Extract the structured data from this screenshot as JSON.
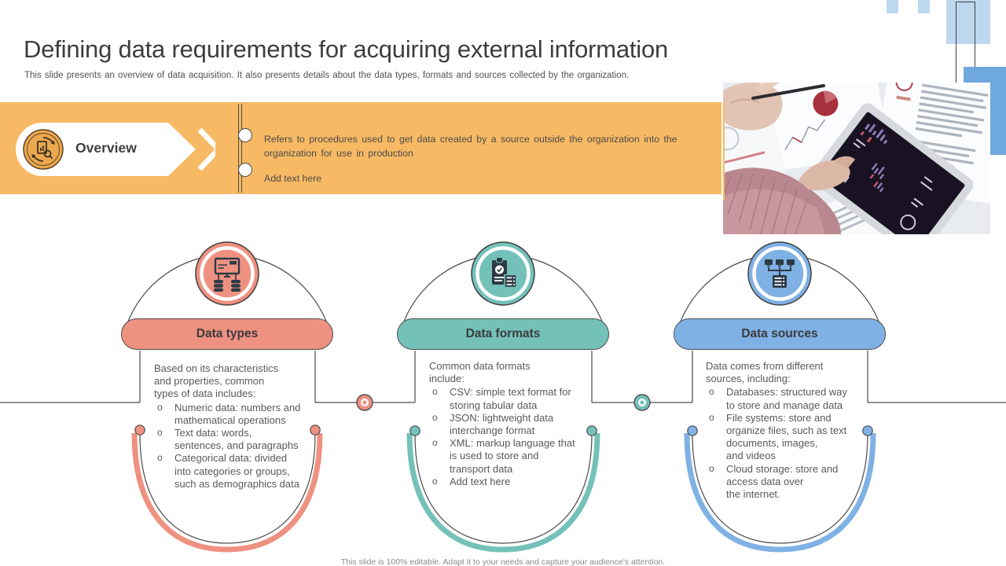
{
  "slide": {
    "title": "Defining data requirements for acquiring external information",
    "subtitle": "This slide presents an overview of data acquisition. It also presents details about the data types, formats and sources collected by the organization.",
    "footer": "This slide is 100% editable. Adapt it to your needs and capture your audience's attention."
  },
  "ui": {
    "bullet_marker": "o"
  },
  "overview": {
    "label": "Overview",
    "icon": "document-search-refresh-icon",
    "points": [
      "Refers to procedures used to get data created by a source outside the organization into the\norganization for use in production",
      "Add text here"
    ]
  },
  "sections": [
    {
      "title": "Data types",
      "color": "#EE9181",
      "icon": "monitor-databases-icon",
      "lead": "Based on its characteristics\nand properties, common\ntypes of data includes:",
      "bullets": [
        "Numeric data: numbers and\nmathematical operations",
        "Text data: words,\nsentences, and paragraphs",
        "Categorical data: divided\ninto categories or groups,\nsuch as demographics data"
      ]
    },
    {
      "title": "Data formats",
      "color": "#74C1B9",
      "icon": "clipboard-server-icon",
      "lead": "Common data formats\ninclude:",
      "bullets": [
        "CSV: simple text format for\nstoring tabular data",
        "JSON: lightweight data\ninterchange format",
        "XML: markup language that\nis used to store and\ntransport data",
        "Add text here"
      ]
    },
    {
      "title": "Data sources",
      "color": "#7FB1E4",
      "icon": "network-server-icon",
      "lead": "Data comes from different\nsources, including:",
      "bullets": [
        "Databases: structured way\nto store and manage data",
        "File systems: store and\norganize files, such as text\ndocuments, images,\nand videos",
        "Cloud storage: store and\naccess data over\nthe internet."
      ]
    }
  ],
  "colors": {
    "banner_orange": "#F7B963",
    "overview_circle_orange": "#ECA84F",
    "salmon": "#EE9181",
    "teal": "#74C1B9",
    "blue": "#7FB1E4",
    "icon_dark": "#2d3a46",
    "line_gray": "#4f4f4f",
    "light_blue_decor": "#BDD7EE",
    "mid_blue_decor": "#6FA8DC"
  }
}
